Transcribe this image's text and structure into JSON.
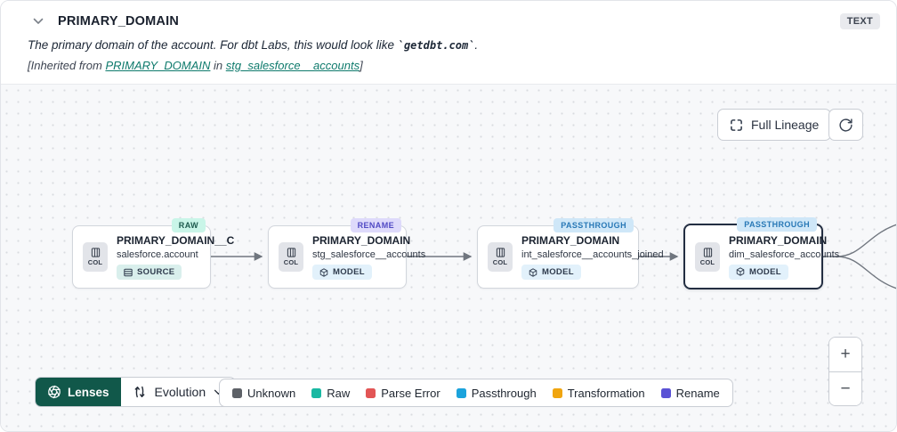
{
  "header": {
    "title": "PRIMARY_DOMAIN",
    "type_badge": "TEXT",
    "description": {
      "prefix": "The primary domain of the account. For dbt Labs, this would look like ",
      "code": "`getdbt.com`",
      "suffix": "."
    },
    "inherited": {
      "prefix": "[Inherited from ",
      "column_link": "PRIMARY_DOMAIN",
      "middle": " in ",
      "model_link": "stg_salesforce__accounts",
      "suffix": "]"
    }
  },
  "canvas": {
    "full_lineage_button": "Full Lineage",
    "zoom_in": "+",
    "zoom_out": "−",
    "nodes": [
      {
        "lens_badge": "RAW",
        "col_label": "COL",
        "title": "PRIMARY_DOMAIN__C",
        "subtitle": "salesforce.account",
        "resource_label": "SOURCE"
      },
      {
        "lens_badge": "RENAME",
        "col_label": "COL",
        "title": "PRIMARY_DOMAIN",
        "subtitle": "stg_salesforce__accounts",
        "resource_label": "MODEL"
      },
      {
        "lens_badge": "PASSTHROUGH",
        "col_label": "COL",
        "title": "PRIMARY_DOMAIN",
        "subtitle": "int_salesforce__accounts_joined",
        "resource_label": "MODEL"
      },
      {
        "lens_badge": "PASSTHROUGH",
        "col_label": "COL",
        "title": "PRIMARY_DOMAIN",
        "subtitle": "dim_salesforce_accounts",
        "resource_label": "MODEL"
      }
    ]
  },
  "toolbar": {
    "lenses_label": "Lenses",
    "lens_dropdown_value": "Evolution",
    "legend": [
      {
        "label": "Unknown",
        "color": "#5d6167"
      },
      {
        "label": "Raw",
        "color": "#19b8a2"
      },
      {
        "label": "Parse Error",
        "color": "#e25555"
      },
      {
        "label": "Passthrough",
        "color": "#1ba3dc"
      },
      {
        "label": "Transformation",
        "color": "#f0a50f"
      },
      {
        "label": "Rename",
        "color": "#5a52d5"
      }
    ]
  },
  "colors": {
    "lenses_button_bg": "#11584a",
    "link": "#0e7a6c",
    "raw_badge_bg": "#c9f5e8",
    "rename_badge_bg": "#dedafb",
    "passthrough_badge_bg": "#cfe7f8",
    "selected_node_border": "#232e42",
    "edge": "#70767f"
  }
}
